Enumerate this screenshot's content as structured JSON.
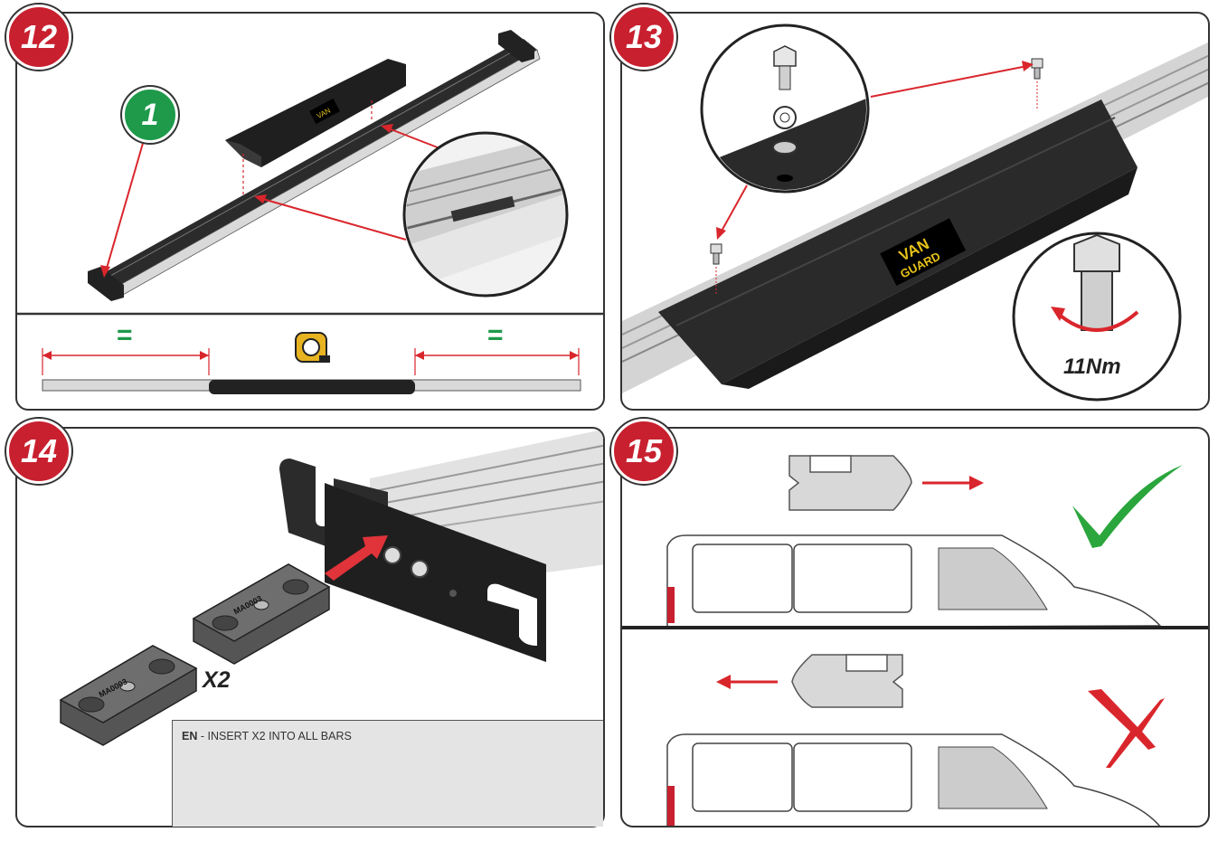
{
  "steps": {
    "s12": "12",
    "s13": "13",
    "s14": "14",
    "s15": "15"
  },
  "step12": {
    "callout_number": "1",
    "equal_left": "=",
    "equal_right": "=",
    "logo_text": "VAN"
  },
  "step13": {
    "torque": "11Nm",
    "logo_line1": "VAN",
    "logo_line2": "GUARD"
  },
  "step14": {
    "quantity": "X2",
    "block_text": "MA0003",
    "note_lang": "EN",
    "note_text": " - INSERT X2 INTO ALL BARS"
  },
  "colors": {
    "accent_red": "#c8202f",
    "callout_green": "#1e9a4a",
    "check_green": "#2aa63c",
    "cross_red": "#d9262c"
  },
  "icons": [
    "check-icon",
    "cross-icon",
    "arrow-right-icon",
    "arrow-left-icon",
    "tape-measure-icon"
  ]
}
